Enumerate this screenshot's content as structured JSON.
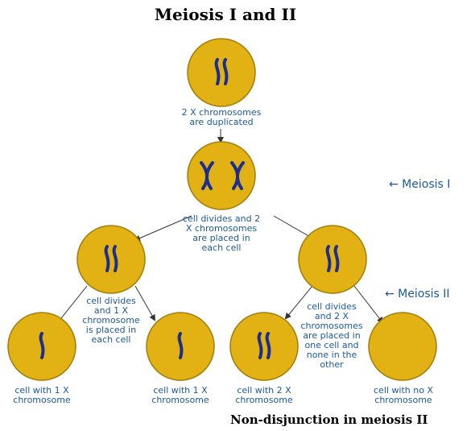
{
  "title": "Meiosis I and II",
  "footer": "Non-disjunction in meiosis II",
  "colors": {
    "cell_fill": "#e2b113",
    "cell_stroke": "#a37c0a",
    "chromosome": "#1c2f8e",
    "text": "#1a5a9a",
    "arrow": "#333333"
  },
  "stages": {
    "meiosis1": "← Meiosis I",
    "meiosis2": "← Meiosis II"
  },
  "captions": {
    "top": "2 X chromosomes\nare duplicated",
    "middle": "cell divides and 2\nX chromosomes\nare placed in\neach cell",
    "left": "cell divides\nand 1 X\nchromosome\nis placed in\neach cell",
    "right": "cell divides\nand 2 X\nchromosomes\nare placed in\none cell and\nnone in the\nother",
    "bottom1": "cell with 1 X\nchromosome",
    "bottom2": "cell with 1 X\nchromosome",
    "bottom3": "cell with 2 X\nchromosome",
    "bottom4": "cell with no X\nchromosome"
  }
}
